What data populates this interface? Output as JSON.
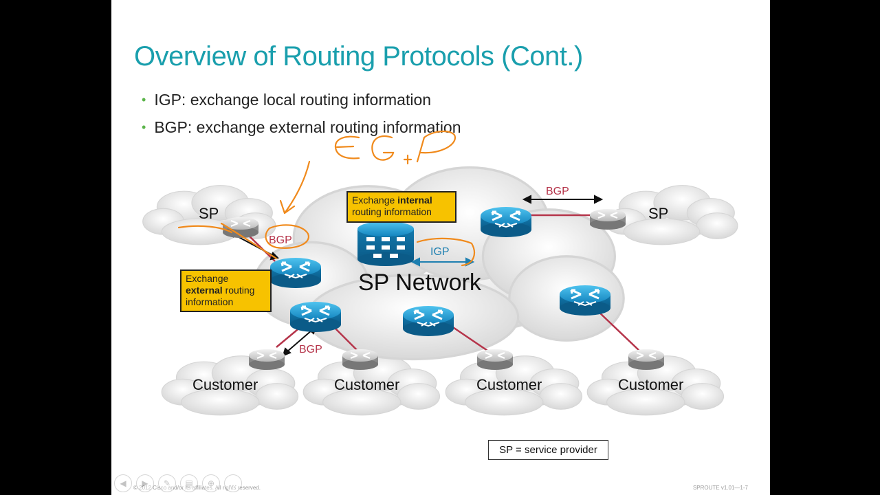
{
  "slide": {
    "title": "Overview of Routing Protocols (Cont.)",
    "bullets": [
      "IGP: exchange local routing information",
      "BGP: exchange external routing information"
    ],
    "diagram": {
      "sp_left": "SP",
      "sp_right": "SP",
      "sp_network": "SP Network",
      "customers": [
        "Customer",
        "Customer",
        "Customer",
        "Customer"
      ],
      "bgp_labels": [
        "BGP",
        "BGP",
        "BGP"
      ],
      "igp_label": "IGP",
      "callout_internal": {
        "pre": "Exchange ",
        "bold": "internal",
        "post": " routing information"
      },
      "callout_external": {
        "pre": "Exchange ",
        "bold": "external",
        "post": " routing information"
      }
    },
    "legend": "SP = service provider",
    "copyright": "© 2012 Cisco and/or its affiliates. All rights reserved.",
    "slide_number": "SPROUTE v1.01—1-7"
  },
  "colors": {
    "title": "#1a9fad",
    "bullet_dot": "#5bb44a",
    "callout_fill": "#f7c200",
    "bgp_link": "#b5344a",
    "igp_text": "#1d7fb0",
    "router_blue": "#1790c8",
    "annotation": "#f08a1c"
  },
  "player": {
    "controls": [
      "back-icon",
      "forward-icon",
      "pen-icon",
      "slides-icon",
      "zoom-icon",
      "more-icon"
    ]
  }
}
